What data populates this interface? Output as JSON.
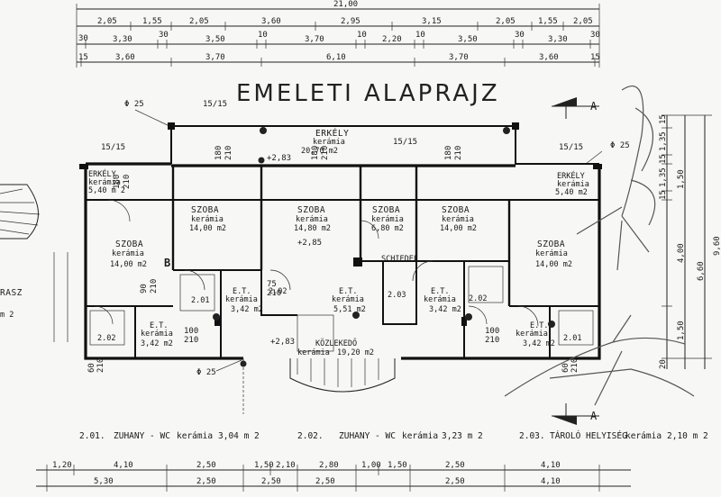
{
  "title": "EMELETI ALAPRAJZ",
  "dims": {
    "top_total": "21,00",
    "top_row1": [
      "2,05",
      "1,55",
      "2,05",
      "3,60",
      "2,95",
      "3,15",
      "2,05",
      "1,55",
      "2,05"
    ],
    "top_row2": [
      "30",
      "3,30",
      "30",
      "3,50",
      "10",
      "3,70",
      "10",
      "2,20",
      "10",
      "3,50",
      "30",
      "3,30",
      "30"
    ],
    "top_row3": [
      "15",
      "3,60",
      "3,70",
      "6,10",
      "3,70",
      "3,60",
      "15"
    ],
    "bottom_row1": [
      "1,20",
      "4,10",
      "2,50",
      "1,50",
      "2,10",
      "2,80",
      "1,00",
      "1,50",
      "2,50",
      "4,10"
    ],
    "bottom_row2": [
      "5,30",
      "2,50",
      "2,50",
      "2,50",
      "2,50",
      "4,10"
    ],
    "right_col": [
      "15",
      "1,35",
      "15",
      "1,35",
      "15",
      "1,50",
      "4,00",
      "1,50",
      "6,60",
      "9,60",
      "20"
    ]
  },
  "section_marks": {
    "a_top": "A",
    "a_bottom": "A",
    "b": "B",
    "phi1": "Φ 25",
    "phi2": "Φ 25",
    "phi3": "Φ 25"
  },
  "rooms": {
    "erkely_top": {
      "name": "ERKÉLY",
      "mat": "kerámia",
      "area": "20,70 m2"
    },
    "erkely_left": {
      "name": "ERKÉLY",
      "mat": "kerámia",
      "area": "5,40 m 2"
    },
    "erkely_right": {
      "name": "ERKÉLY",
      "mat": "kerámia",
      "area": "5,40 m2"
    },
    "szoba1": {
      "name": "SZOBA",
      "mat": "kerámia",
      "area": "14,00 m2"
    },
    "szoba2": {
      "name": "SZOBA",
      "mat": "kerámia",
      "area": "14,00 m2"
    },
    "szoba3": {
      "name": "SZOBA",
      "mat": "kerámia",
      "area": "14,80 m2"
    },
    "szoba4": {
      "name": "SZOBA",
      "mat": "kerámia",
      "area": "6,80 m2"
    },
    "szoba5": {
      "name": "SZOBA",
      "mat": "kerámia",
      "area": "14,00 m2"
    },
    "szoba6": {
      "name": "SZOBA",
      "mat": "kerámia",
      "area": "14,00 m2"
    },
    "et1": {
      "name": "E.T.",
      "mat": "kerámia",
      "area": "3,42 m2"
    },
    "et2": {
      "name": "E.T.",
      "mat": "kerámia",
      "area": "3,42 m2"
    },
    "et3": {
      "name": "E.T.",
      "mat": "kerámia",
      "area": "5,51 m2"
    },
    "et4": {
      "name": "E.T.",
      "mat": "kerámia",
      "area": "3,42 m2"
    },
    "et5": {
      "name": "E.T.",
      "mat": "kerámia",
      "area": "3,42 m2"
    },
    "kozlekedo": {
      "name": "KÖZLEKEDŐ",
      "mat": "kerámia",
      "area": "19,20 m2"
    },
    "schiedel": "SCHIEDEL",
    "terasz_partial": {
      "name": "RASZ",
      "area": "m 2"
    }
  },
  "room_codes": [
    "2.01",
    "2.02",
    "2.03",
    "2.02",
    "2.01",
    "2.02"
  ],
  "door_marks": [
    "180",
    "210",
    "90",
    "210",
    "75",
    "210",
    "100",
    "210",
    "60",
    "210"
  ],
  "legend": [
    {
      "code": "2.01.",
      "text": "ZUHANY - WC",
      "mat": "kerámia",
      "area": "3,04 m 2"
    },
    {
      "code": "2.02.",
      "text": "ZUHANY - WC",
      "mat": "kerámia",
      "area": "3,23 m 2"
    },
    {
      "code": "2.03.",
      "text": "TÁROLÓ  HELYISÉG",
      "mat": "kerámia",
      "area": "2,10 m 2"
    }
  ],
  "levels": {
    "l1": "+2,83",
    "l2": "+2,85",
    "l3": "+2,83",
    "stair_1515_a": "15/15",
    "stair_1515_b": "15/15",
    "stair_1515_c": "15/15",
    "stair_1515_d": "15/15"
  }
}
